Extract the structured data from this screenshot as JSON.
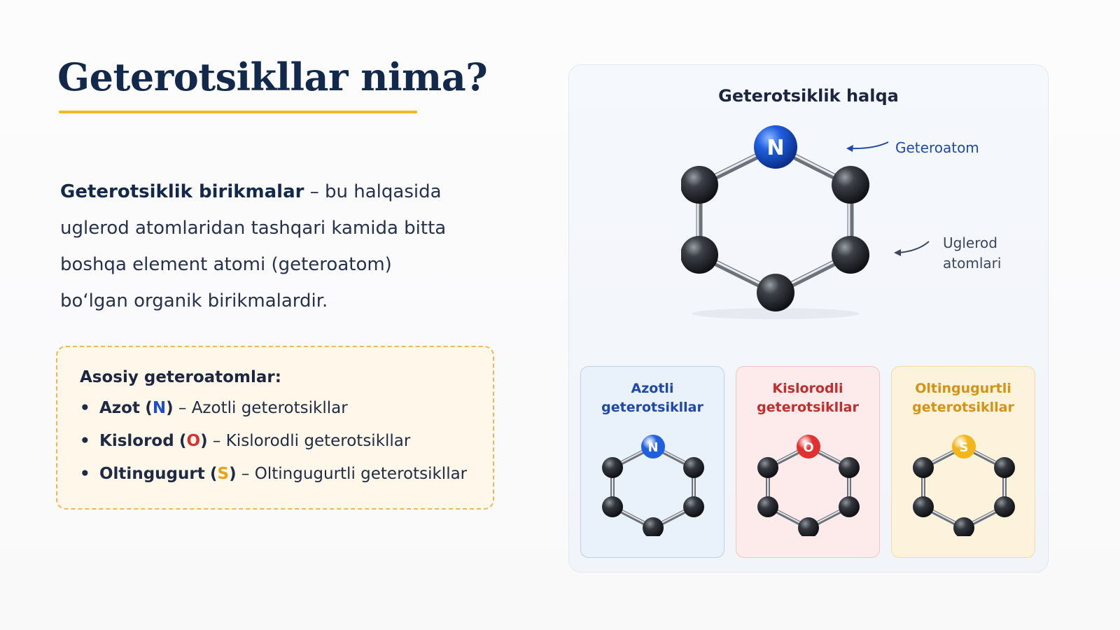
{
  "title": "Geterotsikllar nima?",
  "intro": {
    "term": "Geterotsiklik birikmalar",
    "line1_rest": " – bu halqasida",
    "line2": "uglerod atomlaridan tashqari kamida bitta",
    "line3": "boshqa element atomi (geteroatom)",
    "line4": "bo‘lgan organik birikmalardir."
  },
  "atoms_box": {
    "title": "Asosiy geteroatomlar:",
    "items": [
      {
        "name": "Azot",
        "symbol": "N",
        "desc": "Azotli geterotsikllar"
      },
      {
        "name": "Kislorod",
        "symbol": "O",
        "desc": "Kislorodli geterotsikllar"
      },
      {
        "name": "Oltingugurt",
        "symbol": "S",
        "desc": "Oltingugurtli geterotsikllar"
      }
    ]
  },
  "panel": {
    "title": "Geterotsiklik halqa",
    "main_atom": "N",
    "label_heteroatom": "Geteroatom",
    "label_carbon_line1": "Uglerod",
    "label_carbon_line2": "atomlari",
    "cards": [
      {
        "line1": "Azotli",
        "line2": "geterotsikllar",
        "atom": "N",
        "atom_color": "#1f5fe0"
      },
      {
        "line1": "Kislorodli",
        "line2": "geterotsikllar",
        "atom": "O",
        "atom_color": "#e03030"
      },
      {
        "line1": "Oltingugurtli",
        "line2": "geterotsikllar",
        "atom": "S",
        "atom_color": "#f2b51c"
      }
    ]
  },
  "colors": {
    "title": "#13294b",
    "accent_underline": "#f2b824",
    "nitrogen": "#1f4fd0",
    "oxygen": "#d63232",
    "sulfur": "#e8a317"
  }
}
